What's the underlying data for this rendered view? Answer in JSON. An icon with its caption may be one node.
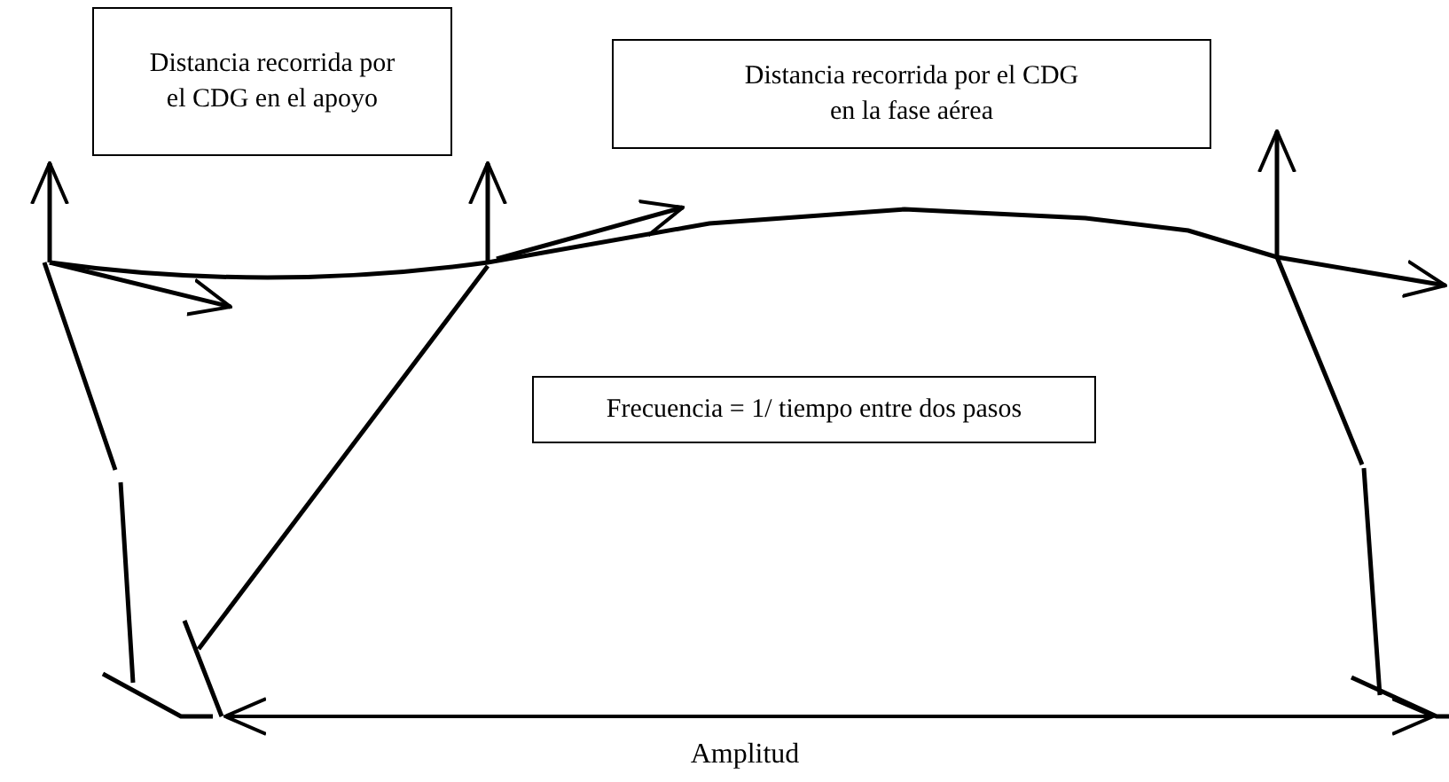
{
  "diagram": {
    "nodes": [
      {
        "text": [
          "Distancia recorrida por el CDG en el apoyo"
        ]
      },
      {
        "text": [
          "Distancia recorrida por el CDG en la fase aérea"
        ]
      },
      {
        "text": [
          "Frecuencia = 1/ tiempo entre dos pasos"
        ]
      }
    ],
    "labels": [
      "Amplitud"
    ]
  }
}
